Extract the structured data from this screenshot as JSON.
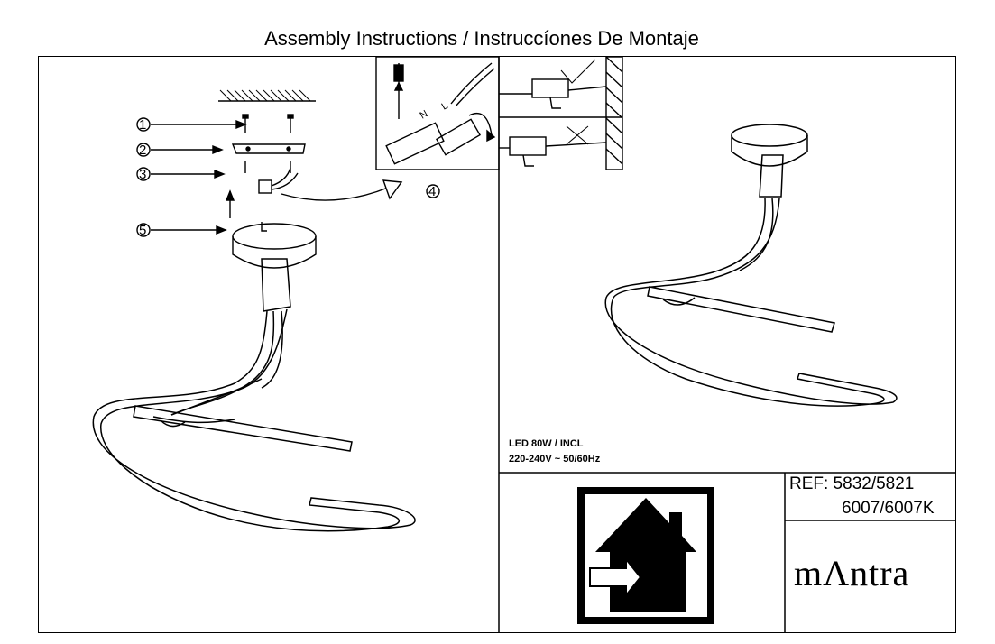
{
  "page": {
    "title": "Assembly Instructions / Instruccíones De Montaje"
  },
  "diagram": {
    "step_numbers": [
      "1",
      "2",
      "3",
      "4",
      "5"
    ],
    "wire_labels": [
      "N",
      "L"
    ]
  },
  "specs": {
    "power": "LED 80W / INCL",
    "voltage": "220-240V ~ 50/60Hz"
  },
  "reference": {
    "ref_line": "REF: 5832/5821",
    "ref_line2": "6007/6007K"
  },
  "brand": {
    "name": "mΛntra"
  },
  "icons": [
    "indoor-use-house-icon",
    "checkmark-icon",
    "cross-icon",
    "screwdriver-icon"
  ],
  "colors": {
    "ink": "#000000",
    "background": "#ffffff"
  }
}
